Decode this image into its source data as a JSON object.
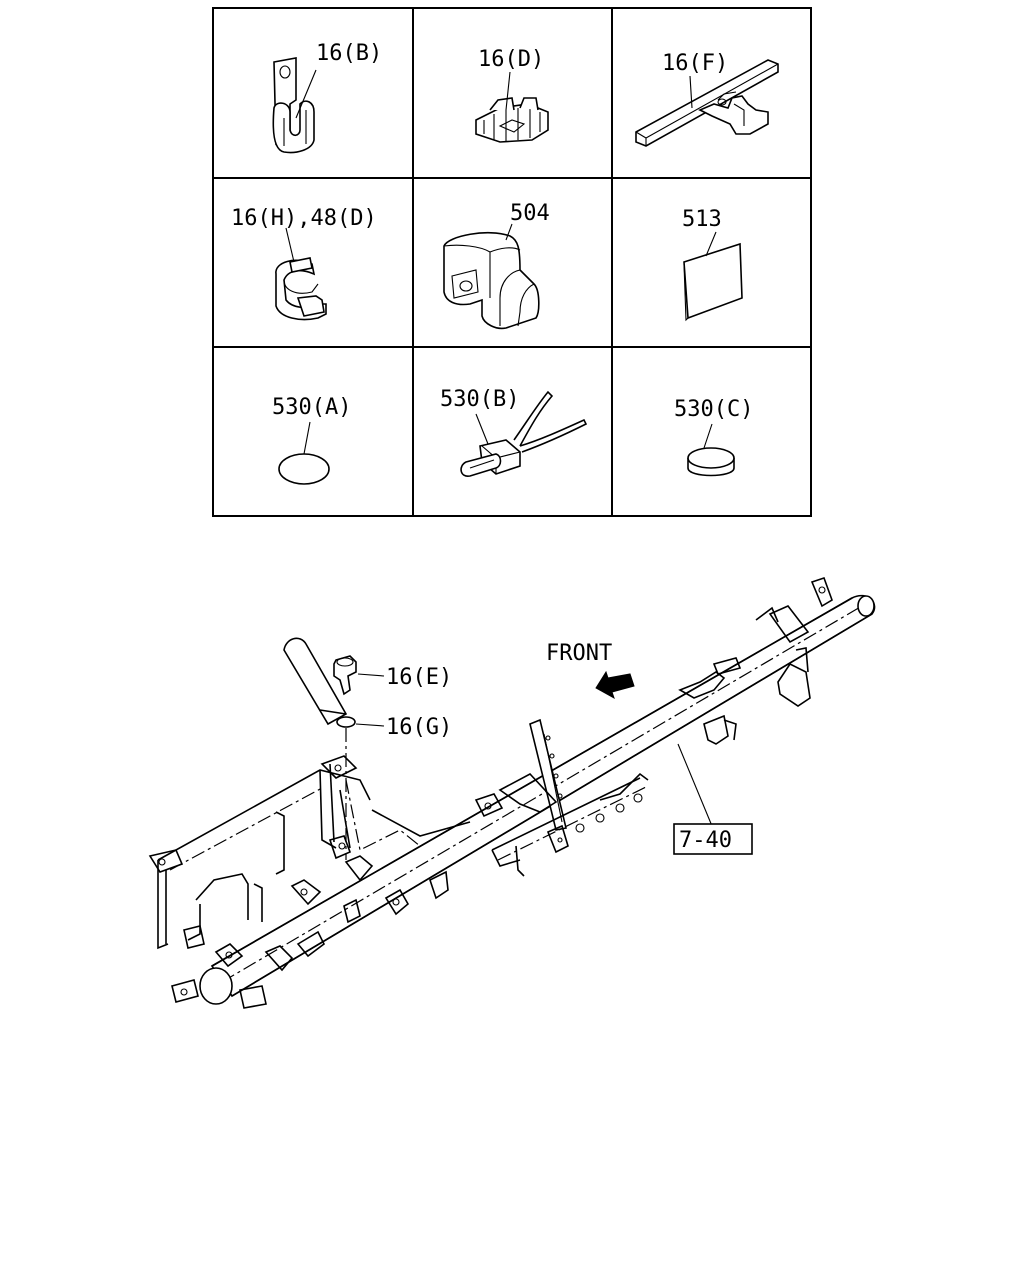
{
  "grid_labels": {
    "c1": "16(B)",
    "c2": "16(D)",
    "c3": "16(F)",
    "c4": "16(H),48(D)",
    "c5": "504",
    "c6": "513",
    "c7": "530(A)",
    "c8": "530(B)",
    "c9": "530(C)"
  },
  "assembly_labels": {
    "front": "FRONT",
    "bolt": "16(E)",
    "washer": "16(G)",
    "ref": "7-40"
  }
}
